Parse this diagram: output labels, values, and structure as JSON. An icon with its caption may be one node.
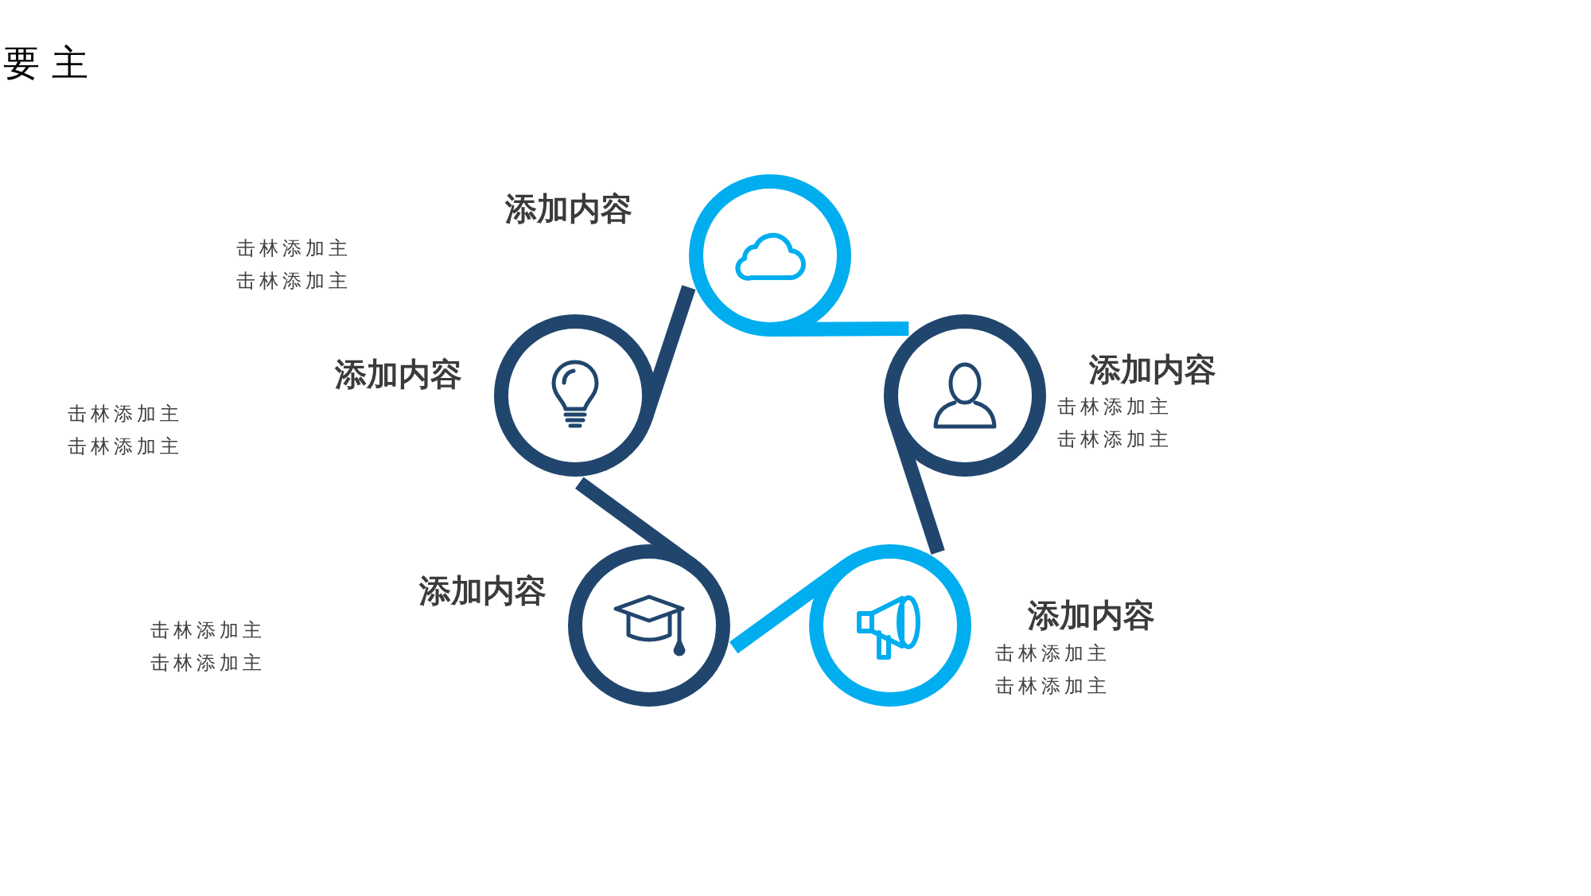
{
  "diagram": {
    "title": "要 主",
    "nodes": [
      {
        "text": [
          "添加内容"
        ],
        "beside": [
          "击林添加主",
          "击林添加主"
        ]
      },
      {
        "text": [
          "添加内容"
        ],
        "beside": [
          "击林添加主",
          "击林添加主"
        ]
      },
      {
        "text": [
          "添加内容"
        ],
        "beside": [
          "击林添加主",
          "击林添加主"
        ]
      },
      {
        "text": [
          "添加内容"
        ],
        "beside": [
          "击林添加主",
          "击林添加主"
        ]
      },
      {
        "text": [
          "添加内容"
        ],
        "beside": [
          "击林添加主",
          "击林添加主"
        ]
      }
    ],
    "edges": [
      {
        "from": 0,
        "to": 2,
        "arrow": "none",
        "color": "#00aeef"
      },
      {
        "from": 2,
        "to": 4,
        "arrow": "none"
      },
      {
        "from": 4,
        "to": 3,
        "arrow": "none",
        "color": "#00aeef"
      },
      {
        "from": 3,
        "to": 1,
        "arrow": "none"
      },
      {
        "from": 1,
        "to": 0,
        "arrow": "none"
      }
    ]
  }
}
